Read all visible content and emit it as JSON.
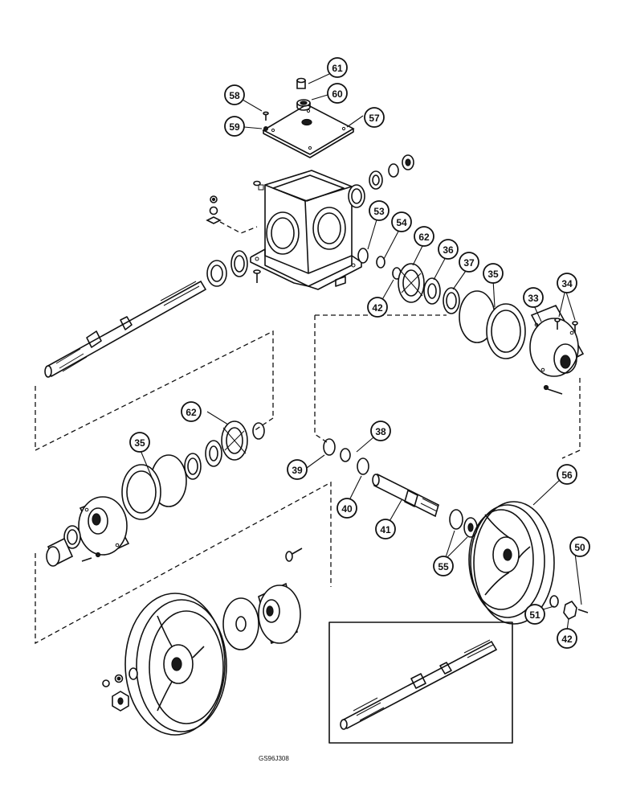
{
  "figure_code": "GS96J308",
  "callouts": [
    {
      "id": "c61",
      "label": "61"
    },
    {
      "id": "c60",
      "label": "60"
    },
    {
      "id": "c58",
      "label": "58"
    },
    {
      "id": "c59",
      "label": "59"
    },
    {
      "id": "c57",
      "label": "57"
    },
    {
      "id": "c53",
      "label": "53"
    },
    {
      "id": "c54",
      "label": "54"
    },
    {
      "id": "c62a",
      "label": "62"
    },
    {
      "id": "c36",
      "label": "36"
    },
    {
      "id": "c37",
      "label": "37"
    },
    {
      "id": "c35a",
      "label": "35"
    },
    {
      "id": "c33",
      "label": "33"
    },
    {
      "id": "c34",
      "label": "34"
    },
    {
      "id": "c42a",
      "label": "42"
    },
    {
      "id": "c62b",
      "label": "62"
    },
    {
      "id": "c35b",
      "label": "35"
    },
    {
      "id": "c38",
      "label": "38"
    },
    {
      "id": "c39",
      "label": "39"
    },
    {
      "id": "c40",
      "label": "40"
    },
    {
      "id": "c41",
      "label": "41"
    },
    {
      "id": "c56",
      "label": "56"
    },
    {
      "id": "c55",
      "label": "55"
    },
    {
      "id": "c50",
      "label": "50"
    },
    {
      "id": "c51",
      "label": "51"
    },
    {
      "id": "c42b",
      "label": "42"
    }
  ]
}
